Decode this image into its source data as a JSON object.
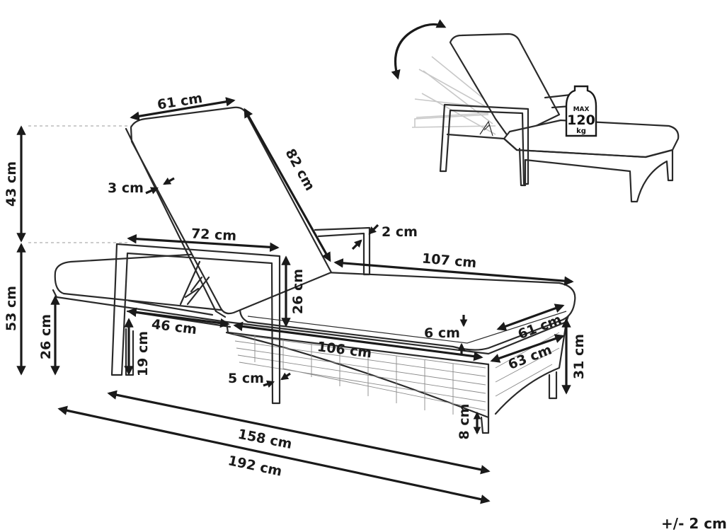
{
  "dimensions": {
    "backrest_width": "61 cm",
    "backrest_length": "82 cm",
    "backrest_thickness": "3 cm",
    "back_height": "43 cm",
    "seat_total_height": "53 cm",
    "frame_height": "26 cm",
    "leg_height_inner": "19 cm",
    "armrest_length": "72 cm",
    "armrest_width": "2 cm",
    "armrest_height": "26 cm",
    "seat_section": "46 cm",
    "leg_section": "106 cm",
    "cushion_length": "107 cm",
    "cushion_thickness": "6 cm",
    "seat_width": "61 cm",
    "frame_width": "63 cm",
    "side_height": "31 cm",
    "frame_length": "158 cm",
    "total_length": "192 cm",
    "leg_width": "5 cm",
    "foot_clearance": "8 cm"
  },
  "load_badge": {
    "line1": "MAX",
    "line2": "120",
    "line3": "kg"
  },
  "footnote": "+/- 2 cm"
}
